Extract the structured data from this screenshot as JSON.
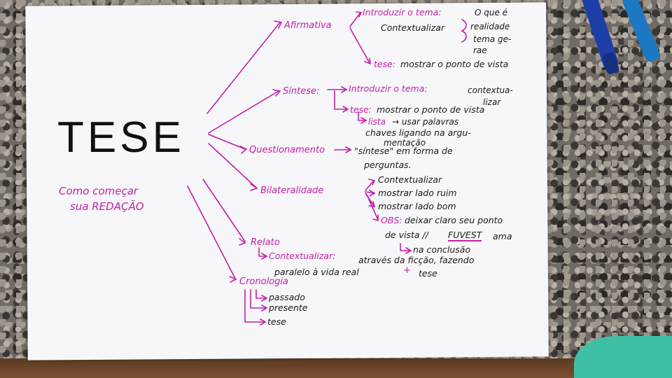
{
  "main_title": "TESE",
  "subtitle": [
    "Como começar",
    "sua REDAÇÃO"
  ],
  "afirmativa": {
    "label": "Afirmativa",
    "step1": "Introduzir o tema:",
    "step1_note": [
      "O que é",
      "realidade",
      "tema ge-",
      "rae"
    ],
    "step1b": "Contextualizar",
    "step2": "tese:",
    "step2_text": "mostrar o ponto de vista"
  },
  "sintese": {
    "label": "Síntese:",
    "step1": "Introduzir o tema:",
    "step1_text": [
      "contextua-",
      "lizar"
    ],
    "step2": "tese:",
    "step2_text": "mostrar o ponto de vista",
    "lista": "lista",
    "lista_text": "→ usar palavras",
    "lista_text2": "chaves ligando na argu-",
    "lista_text3": "mentação"
  },
  "questionamento": {
    "label": "Questionamento",
    "text1": "\"síntese\" em forma de",
    "text2": "perguntas."
  },
  "bilateralidade": {
    "label": "Bilateralidade",
    "items": [
      "Contextualizar",
      "mostrar lado ruim",
      "mostrar lado bom"
    ],
    "obs_label": "OBS:",
    "obs_text1": "deixar claro seu ponto",
    "obs_text2": "de vista //",
    "fuvest": "FUVEST",
    "obs_text3": "ama",
    "obs_text4": "na conclusão"
  },
  "relato": {
    "label": "Relato",
    "sub": "Contextualizar:",
    "text1": "através da ficção, fazendo",
    "text2": "paralelo à vida real",
    "plus": "+",
    "text3": "tese"
  },
  "cronologia": {
    "label": "Cronologia",
    "items": [
      "passado",
      "presente",
      "tese"
    ]
  }
}
